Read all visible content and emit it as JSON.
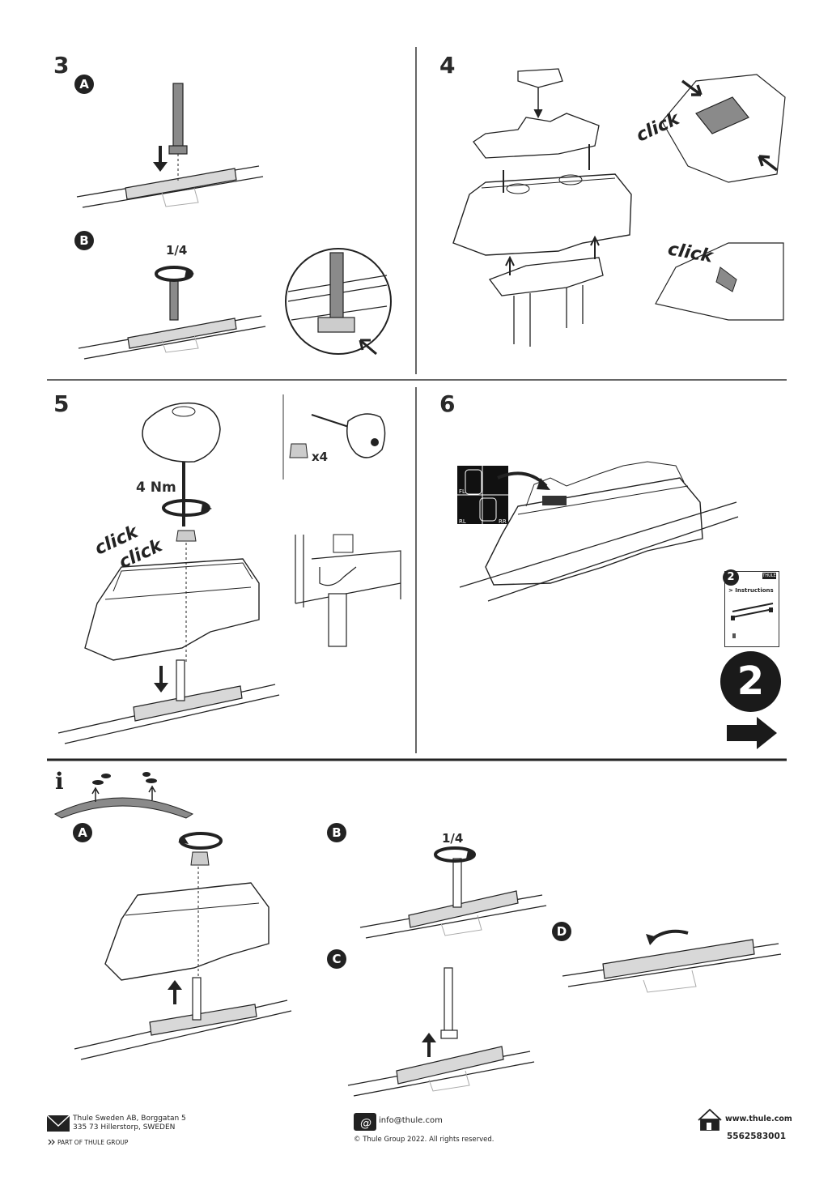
{
  "steps": {
    "s3": {
      "number": "3",
      "sub_a": "A",
      "sub_b": "B",
      "quarter_turn": "1/4"
    },
    "s4": {
      "number": "4",
      "click_1": "click",
      "click_2": "click"
    },
    "s5": {
      "number": "5",
      "torque": "4 Nm",
      "click_1": "click",
      "click_2": "click",
      "quantity": "x4"
    },
    "s6": {
      "number": "6",
      "pos_fl": "FL",
      "pos_rl": "RL",
      "pos_rr": "RR",
      "booklet_number": "2",
      "booklet_brand": "THULE",
      "booklet_title": "> Instructions",
      "next_number": "2"
    }
  },
  "info": {
    "icon_letter": "i",
    "sub_a": "A",
    "sub_b": "B",
    "sub_c": "C",
    "sub_d": "D",
    "quarter_turn": "1/4"
  },
  "footer": {
    "company_line1": "Thule Sweden AB, Borggatan 5",
    "company_line2": "335 73 Hillerstorp, SWEDEN",
    "group": "PART OF THULE GROUP",
    "email": "info@thule.com",
    "copyright": "© Thule Group 2022. All rights reserved.",
    "website": "www.thule.com",
    "doc_number": "5562583001"
  },
  "icons": [
    "rotation-arrow-icon",
    "down-arrow-icon",
    "up-arrow-icon",
    "right-arrow-icon",
    "envelope-icon",
    "at-icon",
    "house-icon",
    "info-icon"
  ],
  "colors": {
    "ink": "#222222",
    "grey_part": "#8a8a8a",
    "light_rail": "#d8d8d8",
    "divider": "#333333"
  }
}
